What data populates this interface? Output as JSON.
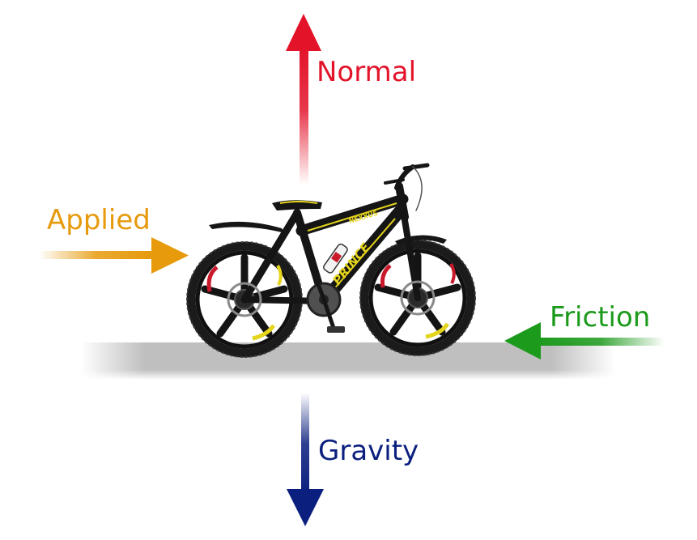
{
  "forces": {
    "normal": {
      "label": "Normal",
      "color": "#e3132a"
    },
    "applied": {
      "label": "Applied",
      "color": "#e69a0c"
    },
    "friction": {
      "label": "Friction",
      "color": "#1c9a1c"
    },
    "gravity": {
      "label": "Gravity",
      "color": "#0b1f7e"
    }
  },
  "bike": {
    "brand_text": "PRINCE",
    "model_text": "NEXXUS",
    "frame_color": "#151515",
    "accent_color": "#e4d41c"
  },
  "ground": {
    "color": "#b4b4b4"
  }
}
